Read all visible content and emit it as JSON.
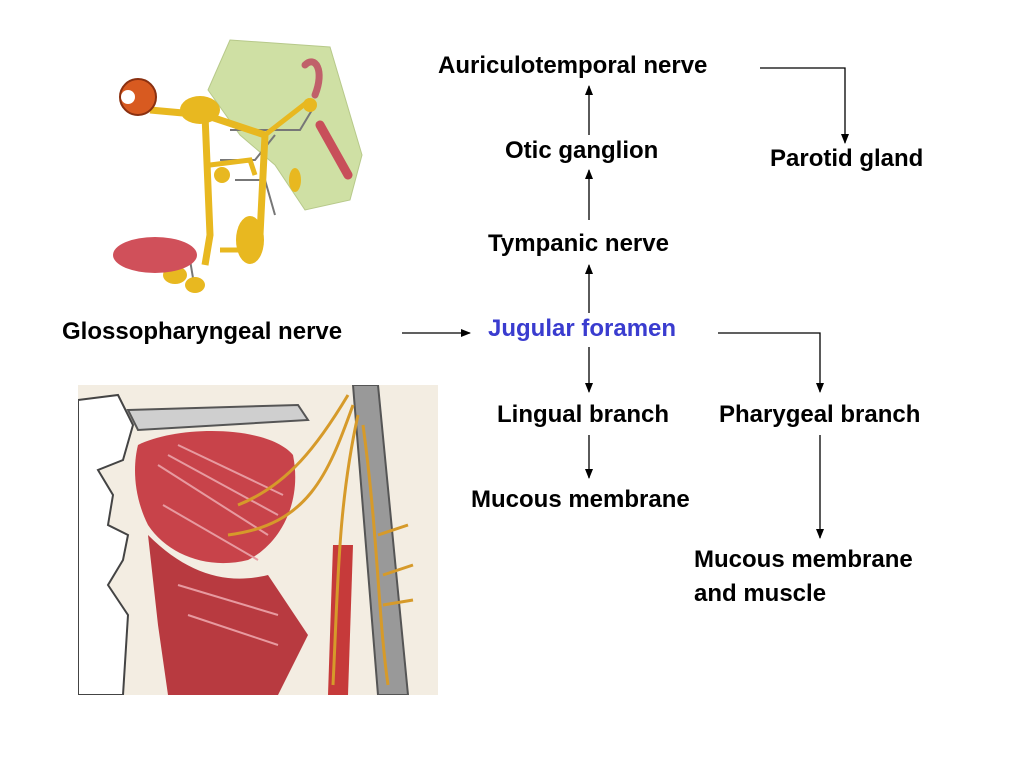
{
  "nodes": {
    "auriculotemporal": "Auriculotemporal nerve",
    "otic": "Otic ganglion",
    "parotid": "Parotid gland",
    "tympanic": "Tympanic nerve",
    "glossopharyngeal": "Glossopharyngeal nerve",
    "jugular": "Jugular foramen",
    "lingual": "Lingual branch",
    "pharygeal": "Pharygeal branch",
    "mucous": "Mucous membrane",
    "mucous_muscle_1": "Mucous membrane",
    "mucous_muscle_2": "and muscle"
  },
  "colors": {
    "text": "#000000",
    "highlight": "#3a3ccf",
    "nerve": "#e8b820",
    "gland": "#cfe0a4",
    "muscle": "#c8434a"
  },
  "icons": [
    "nerve-diagram-illustration",
    "head-muscle-illustration"
  ]
}
